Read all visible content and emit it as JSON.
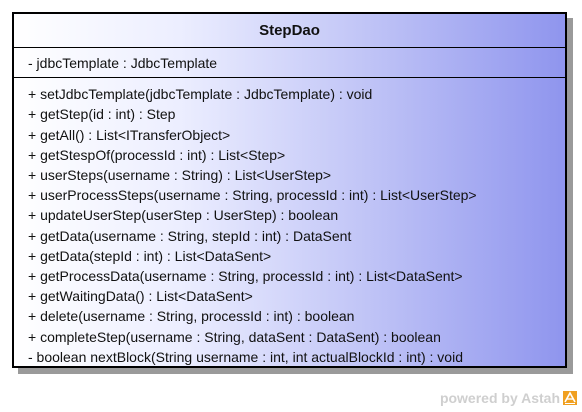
{
  "class": {
    "name": "StepDao",
    "attributes": [
      "- jdbcTemplate : JdbcTemplate"
    ],
    "methods": [
      "+ setJdbcTemplate(jdbcTemplate : JdbcTemplate) : void",
      "+ getStep(id : int) : Step",
      "+ getAll() : List<ITransferObject>",
      "+ getStespOf(processId : int) : List<Step>",
      "+ userSteps(username : String) : List<UserStep>",
      "+ userProcessSteps(username : String, processId : int) : List<UserStep>",
      "+ updateUserStep(userStep : UserStep) : boolean",
      "+ getData(username : String, stepId : int) : DataSent",
      "+ getData(stepId : int) : List<DataSent>",
      "+ getProcessData(username : String, processId : int) : List<DataSent>",
      "+ getWaitingData() : List<DataSent>",
      "+ delete(username : String, processId : int) : boolean",
      "+ completeStep(username : String, dataSent : DataSent) : boolean",
      "- boolean nextBlock(String username : int, int actualBlockId : int) : void"
    ]
  },
  "watermark": {
    "text": "powered by Astah",
    "icon": "astah-logo-icon"
  },
  "colors": {
    "gradient_start": "#ffffff",
    "gradient_end": "#8f95ee",
    "border": "#000000",
    "shadow": "#9a9a9a",
    "watermark": "#cfcfcf",
    "logo_orange": "#f0a020"
  }
}
